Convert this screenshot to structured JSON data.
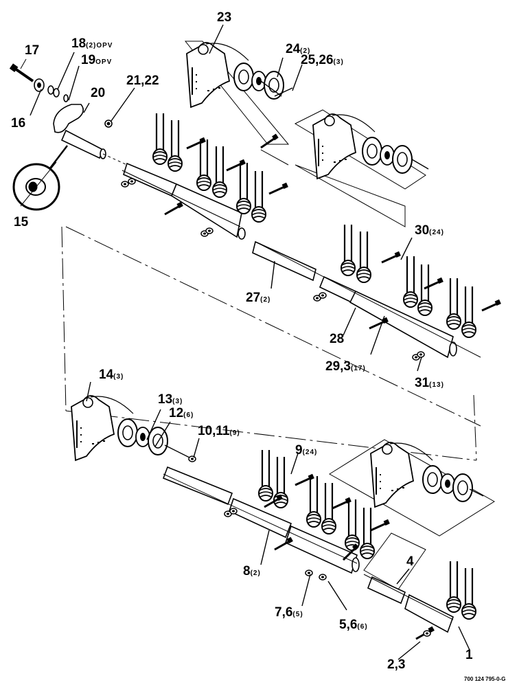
{
  "callouts": [
    {
      "id": "c17",
      "num": "17",
      "qty": ""
    },
    {
      "id": "c18",
      "num": "18",
      "qty": "(2)OPV"
    },
    {
      "id": "c19",
      "num": "19",
      "qty": "OPV"
    },
    {
      "id": "c20",
      "num": "20",
      "qty": ""
    },
    {
      "id": "c16",
      "num": "16",
      "qty": ""
    },
    {
      "id": "c21",
      "num": "21,22",
      "qty": ""
    },
    {
      "id": "c23",
      "num": "23",
      "qty": ""
    },
    {
      "id": "c24",
      "num": "24",
      "qty": "(2)"
    },
    {
      "id": "c25",
      "num": "25,26",
      "qty": "(3)"
    },
    {
      "id": "c15",
      "num": "15",
      "qty": ""
    },
    {
      "id": "c30",
      "num": "30",
      "qty": "(24)"
    },
    {
      "id": "c27",
      "num": "27",
      "qty": "(2)"
    },
    {
      "id": "c28",
      "num": "28",
      "qty": ""
    },
    {
      "id": "c29",
      "num": "29,3",
      "qty": "(17)"
    },
    {
      "id": "c31",
      "num": "31",
      "qty": "(13)"
    },
    {
      "id": "c14",
      "num": "14",
      "qty": "(3)"
    },
    {
      "id": "c13",
      "num": "13",
      "qty": "(3)"
    },
    {
      "id": "c12",
      "num": "12",
      "qty": "(6)"
    },
    {
      "id": "c10",
      "num": "10,11",
      "qty": "(9)"
    },
    {
      "id": "c9",
      "num": "9",
      "qty": "(24)"
    },
    {
      "id": "c4",
      "num": "4",
      "qty": ""
    },
    {
      "id": "c8",
      "num": "8",
      "qty": "(2)"
    },
    {
      "id": "c7",
      "num": "7,6",
      "qty": "(5)"
    },
    {
      "id": "c5",
      "num": "5,6",
      "qty": "(6)"
    },
    {
      "id": "c1",
      "num": "1",
      "qty": ""
    },
    {
      "id": "c2",
      "num": "2,3",
      "qty": ""
    }
  ],
  "figure_id": "700 124 795-0-G"
}
